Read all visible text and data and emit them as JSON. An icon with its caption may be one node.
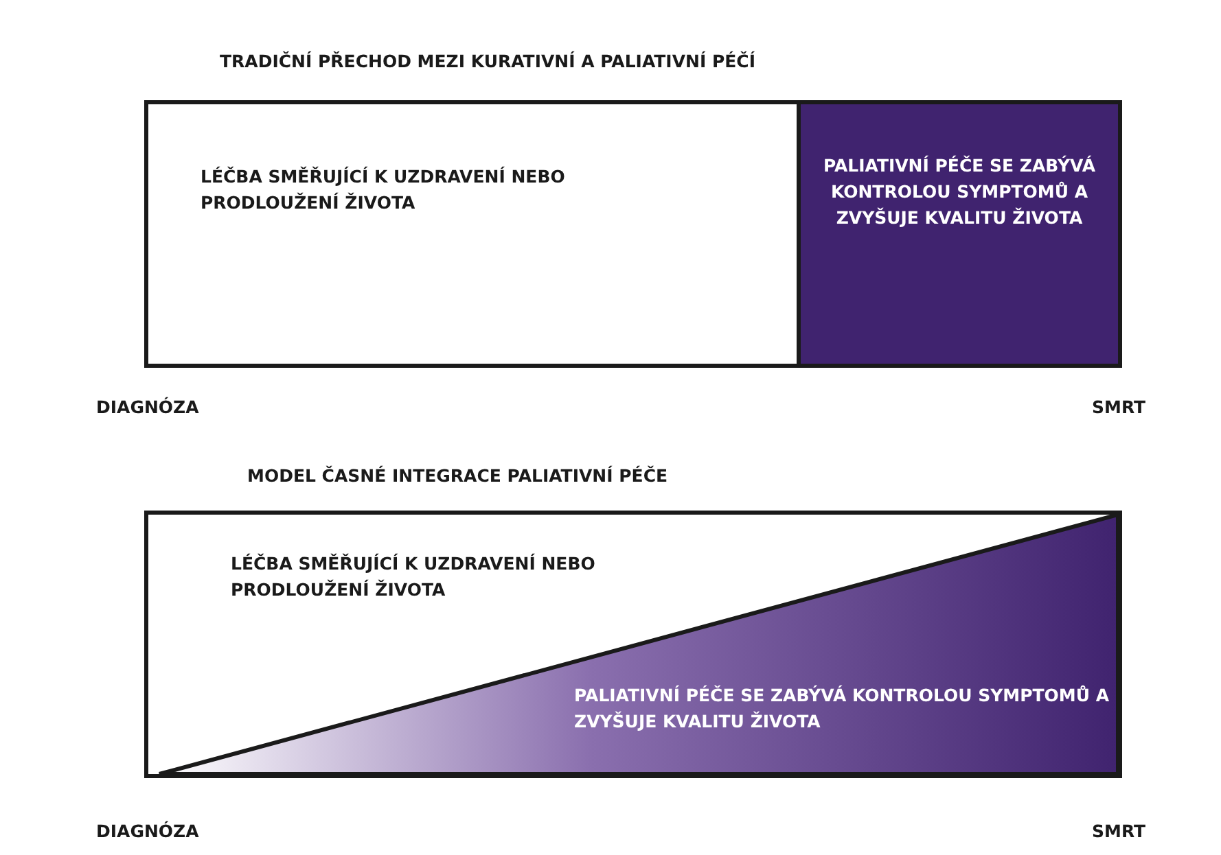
{
  "diagram": {
    "nodes": [
      {
        "text": [
          "TRADIČNÍ PŘECHOD MEZI KURATIVNÍ A PALIATIVNÍ PÉČÍ"
        ]
      },
      {
        "text": [
          "LÉČBA SMĚŘUJÍCÍ K UZDRAVENÍ NEBO PRODLOUŽENÍ ŽIVOTA"
        ],
        "in": 0
      },
      {
        "text": [
          "PALIATIVNÍ PÉČE SE ZABÝVÁ KONTROLOU SYMPTOMŮ A ZVYŠUJE KVALITU ŽIVOTA"
        ],
        "in": 0
      },
      {
        "text": [
          "MODEL ČASNÉ INTEGRACE PALIATIVNÍ PÉČE"
        ]
      },
      {
        "text": [
          "LÉČBA SMĚŘUJÍCÍ K UZDRAVENÍ NEBO PRODLOUŽENÍ ŽIVOTA"
        ],
        "in": 3
      },
      {
        "text": [
          "PALIATIVNÍ PÉČE SE ZABÝVÁ KONTROLOU SYMPTOMŮ A ZVYŠUJE KVALITU ŽIVOTA"
        ],
        "in": 3
      }
    ],
    "edges": [],
    "labels": [
      "DIAGNÓZA",
      "SMRT",
      "DIAGNÓZA",
      "SMRT"
    ]
  }
}
